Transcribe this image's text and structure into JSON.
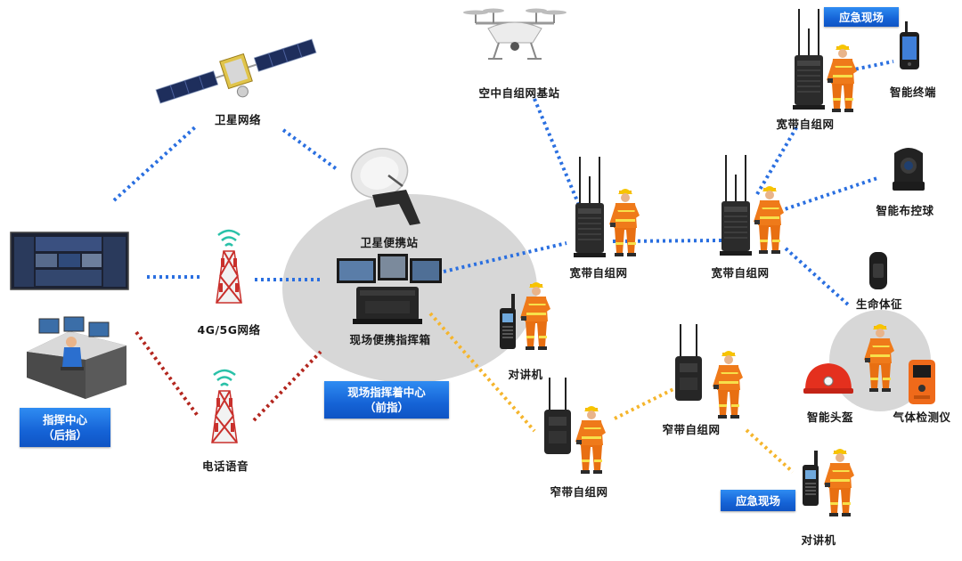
{
  "labels": {
    "satellite_network": "卫星网络",
    "satellite_portable_station": "卫星便携站",
    "mobile_network": "4G/5G网络",
    "telephone_voice": "电话语音",
    "portable_command_box": "现场便携指挥箱",
    "aerial_base_station": "空中自组网基站",
    "broadband_1": "宽带自组网",
    "broadband_2": "宽带自组网",
    "broadband_3": "宽带自组网",
    "smart_terminal": "智能终端",
    "smart_ptz_camera": "智能布控球",
    "vital_signs": "生命体征",
    "smart_helmet": "智能头盔",
    "gas_detector": "气体检测仪",
    "walkie_talkie_1": "对讲机",
    "walkie_talkie_2": "对讲机",
    "narrowband_1": "窄带自组网",
    "narrowband_2": "窄带自组网"
  },
  "badges": {
    "command_center": {
      "line1": "指挥中心",
      "line2": "（后指）"
    },
    "field_command_center": {
      "line1": "现场指挥着中心",
      "line2": "（前指）"
    },
    "emergency_site_top": {
      "line1": "应急现场"
    },
    "emergency_site_bottom": {
      "line1": "应急现场"
    }
  },
  "colors": {
    "broadband_link": "#2a6fe0",
    "narrowband_link": "#f5b52c",
    "voice_link": "#b3261e",
    "badge_blue": "#1a66d9",
    "hub_circle": "#d7d7d7",
    "firefighter_orange": "#ef7a1a"
  },
  "icons": {
    "satellite": "satellite-icon",
    "dish": "satellite-dish-icon",
    "drone": "drone-icon",
    "tower": "cell-tower-icon",
    "firefighter": "firefighter-icon",
    "radio": "radio-station-icon",
    "walkie_talkie": "walkie-talkie-icon",
    "helmet": "helmet-icon",
    "smartwatch": "smartwatch-icon",
    "camera": "ptz-camera-icon",
    "phone": "smart-terminal-icon",
    "gas_detector": "gas-detector-icon"
  }
}
